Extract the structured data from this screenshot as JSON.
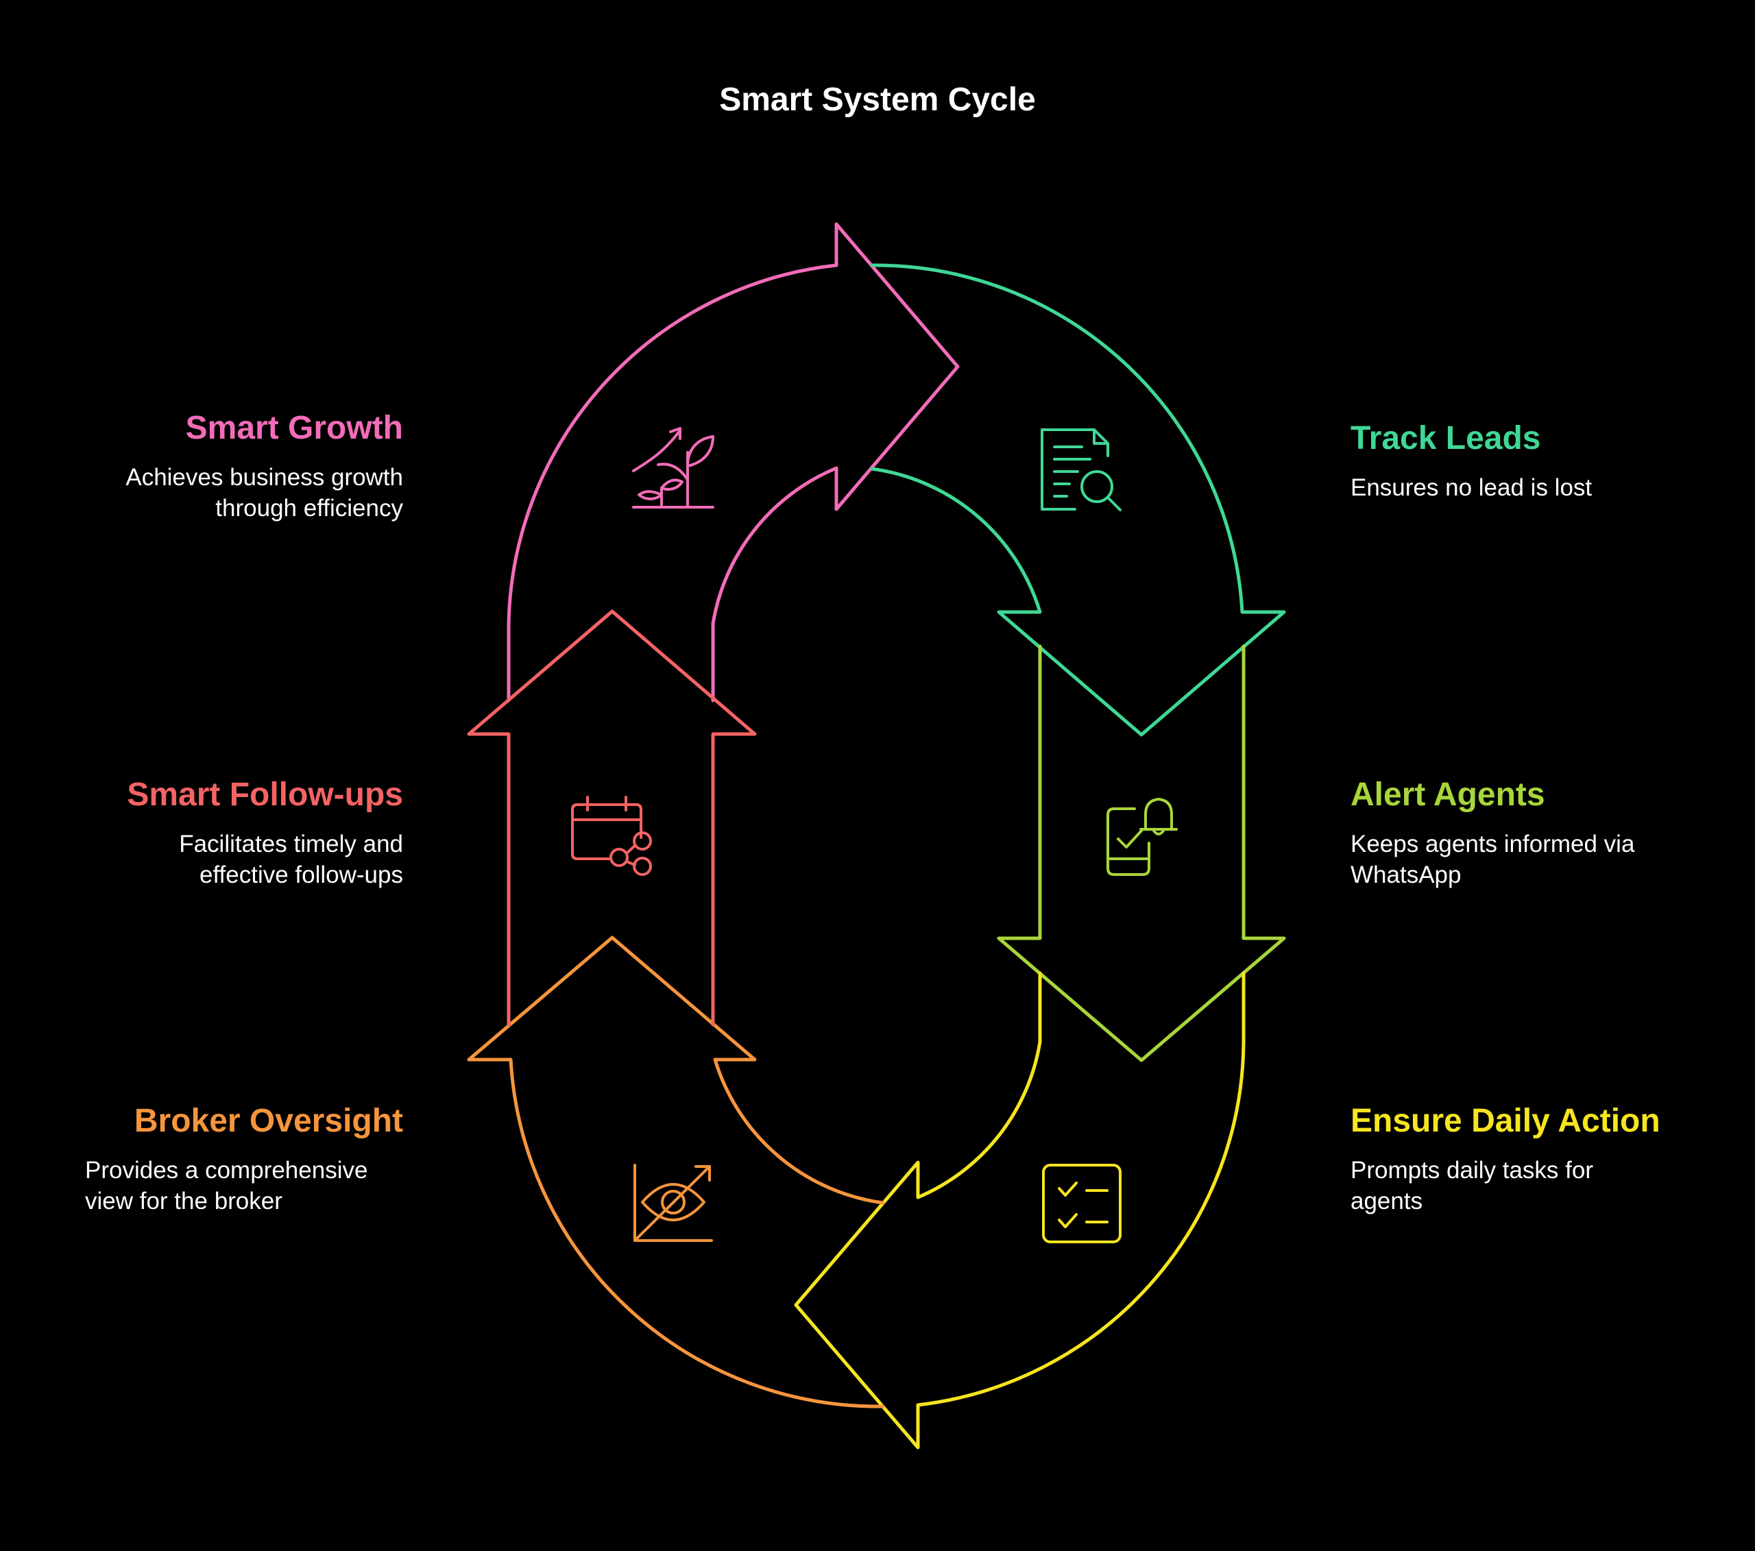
{
  "title": "Smart System Cycle",
  "steps": [
    {
      "title": "Smart Growth",
      "description": "Achieves business growth through efficiency",
      "color": "#F26CB8",
      "icon": "growth-plant-icon"
    },
    {
      "title": "Track Leads",
      "description": "Ensures no lead is lost",
      "color": "#3FD895",
      "icon": "document-search-icon"
    },
    {
      "title": "Alert Agents",
      "description": "Keeps agents informed via WhatsApp",
      "color": "#A8D63A",
      "icon": "phone-bell-icon"
    },
    {
      "title": "Ensure Daily Action",
      "description": "Prompts daily tasks for agents",
      "color": "#F6E51F",
      "icon": "checklist-icon"
    },
    {
      "title": "Broker Oversight",
      "description": "Provides a comprehensive view for the broker",
      "color": "#F6953D",
      "icon": "eye-chart-icon"
    },
    {
      "title": "Smart Follow-ups",
      "description": "Facilitates timely and effective follow-ups",
      "color": "#F46364",
      "icon": "calendar-share-icon"
    }
  ]
}
